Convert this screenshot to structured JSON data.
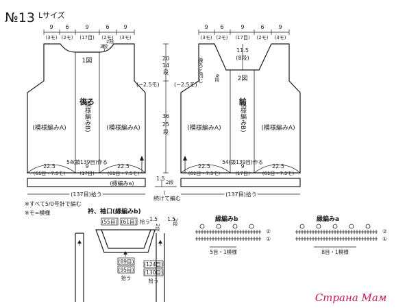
{
  "title": {
    "no": "№13",
    "size": "Lサイズ"
  },
  "back": {
    "top_dims": [
      "9",
      "6",
      "9",
      "6",
      "9"
    ],
    "top_dims_sub": [
      "(3モ)",
      "(2モ)",
      "(17目)",
      "(2モ)",
      "(3モ)"
    ],
    "neck_rows": [
      "3段",
      "2段"
    ],
    "fig": "1図",
    "name": "後ろ",
    "center": "(模様編みB)",
    "left": "(模様編みA)",
    "right": "(模様編みA)",
    "armhole": "(−2.5モ)",
    "cast_on": "54(鎖139目)作る",
    "bottom_left": [
      "22.5",
      "(61目・7.5モ)"
    ],
    "bottom_center": [
      "9",
      "(17目)"
    ],
    "bottom_right": [
      "22.5",
      "(61目・7.5モ)"
    ],
    "edging": "(縁編みa)",
    "pick_up": "(137目)拾う"
  },
  "front": {
    "top_dims": [
      "9",
      "6",
      "9",
      "6",
      "9"
    ],
    "top_dims_sub": [
      "(3モ)",
      "(2モ)",
      "(17目)",
      "(2モ)",
      "(3モ)"
    ],
    "neck_depth": [
      "11.5",
      "(8段)"
    ],
    "fig": "2図",
    "name": "前",
    "center": "(模様編みB)",
    "left": "(模様編みA)",
    "right": "(模様編みA)",
    "armhole": "(−2.5モ)",
    "same_as_back": "後ろと同じ",
    "side_rows": "6段",
    "cast_on": "54(鎖139目)作る",
    "bottom_left": [
      "22.5",
      "(61目・7.5モ)"
    ],
    "bottom_center": [
      "9",
      "(17目)"
    ],
    "bottom_right": [
      "22.5",
      "(61目・7.5モ)"
    ],
    "pick_up": "(137目)拾う"
  },
  "middle": {
    "upper": [
      "20",
      "14",
      "段"
    ],
    "lower": [
      "36",
      "25",
      "段"
    ],
    "edge": [
      "1.5",
      "2段"
    ],
    "continue": "続けて編む"
  },
  "notes": [
    "※すべて5/0号針で編む",
    "※モ=模様"
  ],
  "collar": {
    "title": "衿、袖口(縁編みb)",
    "top_counts": [
      "(55目)",
      "(61目)",
      "拾う"
    ],
    "rows_top": [
      "1.5",
      "2段"
    ],
    "rows_right": [
      "1.5",
      "2段"
    ],
    "neck_counts": [
      "(89目)",
      "(95目)",
      "拾う"
    ],
    "arm_counts": [
      "(124目)",
      "(130目)",
      "拾う"
    ]
  },
  "edging_b": {
    "title": "縁編みb",
    "rows": [
      "②",
      "①"
    ],
    "repeat": "5目・1模様"
  },
  "edging_a": {
    "title": "縁編みa",
    "rows": [
      "②",
      "①"
    ],
    "repeat": "8目・1模様"
  },
  "watermark": "Страна Мам",
  "colors": {
    "ink": "#1a1a1a",
    "watermark": "#c2185b"
  }
}
